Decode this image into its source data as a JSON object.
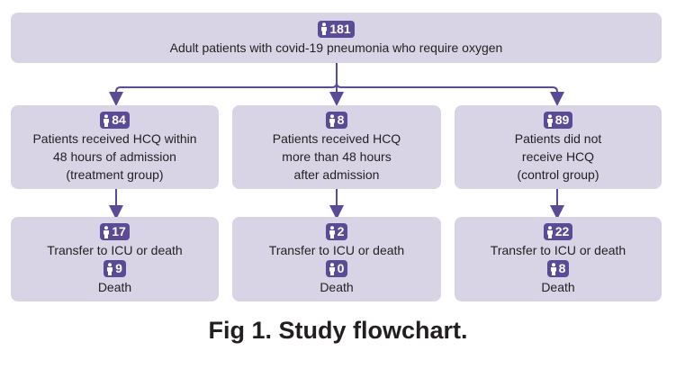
{
  "top": {
    "count": "181",
    "label": "Adult patients with covid-19 pneumonia who require oxygen"
  },
  "groups": [
    {
      "count": "84",
      "label": "Patients received HCQ  within\n48 hours of admission\n(treatment group)",
      "outcome_count": "17",
      "outcome_label": "Transfer to ICU or death",
      "death_count": "9",
      "death_label": "Death"
    },
    {
      "count": "8",
      "label": "Patients received HCQ\nmore than 48 hours\nafter admission",
      "outcome_count": "2",
      "outcome_label": "Transfer to ICU or death",
      "death_count": "0",
      "death_label": "Death"
    },
    {
      "count": "89",
      "label": "Patients did not\nreceive HCQ\n(control group)",
      "outcome_count": "22",
      "outcome_label": "Transfer to ICU or death",
      "death_count": "8",
      "death_label": "Death"
    }
  ],
  "caption": "Fig 1. Study flowchart.",
  "colors": {
    "box_fill": "#d8d4e6",
    "badge": "#5b4a96",
    "arrow": "#5b4a96"
  },
  "icon": "person-icon"
}
